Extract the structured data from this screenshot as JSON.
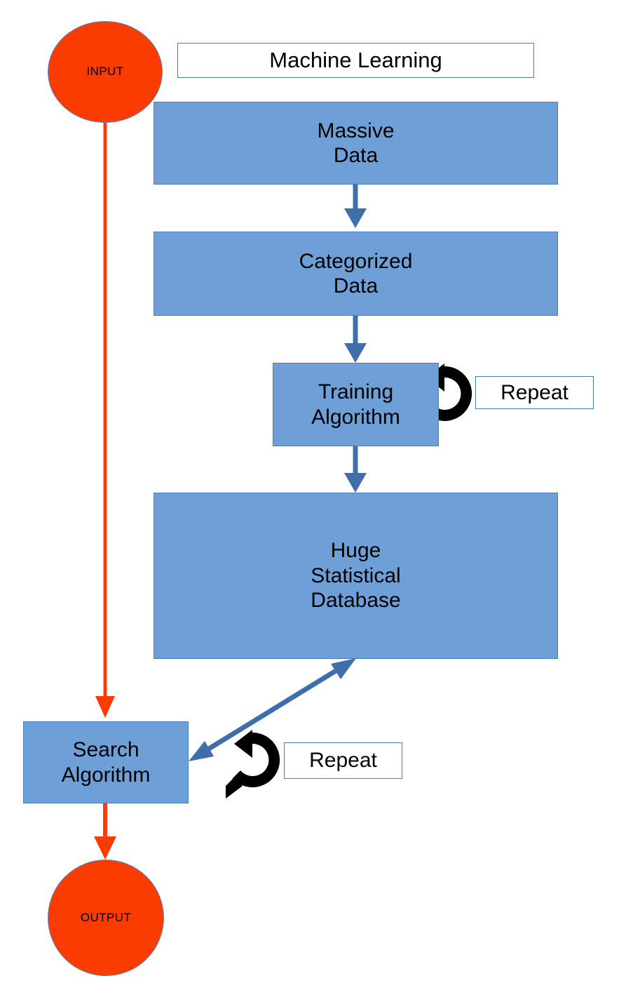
{
  "diagram": {
    "title": "Machine Learning",
    "background_color": "#ffffff",
    "palette": {
      "process_fill": "#6e9fd7",
      "process_stroke": "#4a7ebb",
      "terminator_fill": "#fa3c00",
      "terminator_stroke": "#5b83b8",
      "arrow_blue": "#3f6fab",
      "arrow_orange": "#f93c06",
      "loop_icon": "#000000",
      "text": "#000000"
    },
    "nodes": {
      "input": {
        "label": "INPUT",
        "shape": "circle"
      },
      "output": {
        "label": "OUTPUT",
        "shape": "circle"
      },
      "massive_data": {
        "label": "Massive\nData",
        "shape": "rectangle"
      },
      "categorized_data": {
        "label": "Categorized\nData",
        "shape": "rectangle"
      },
      "training_algorithm": {
        "label": "Training\nAlgorithm",
        "shape": "rectangle"
      },
      "huge_statistical_database": {
        "label": "Huge\nStatistical\nDatabase",
        "shape": "rectangle"
      },
      "search_algorithm": {
        "label": "Search\nAlgorithm",
        "shape": "rectangle"
      },
      "repeat_training": {
        "label": "Repeat",
        "shape": "rectangle"
      },
      "repeat_search": {
        "label": "Repeat",
        "shape": "rectangle"
      }
    },
    "icons": {
      "loop_training": "repeat-loop-icon",
      "loop_search": "repeat-loop-icon"
    },
    "edges": [
      {
        "from": "input",
        "to": "search_algorithm",
        "color": "#f93c06",
        "style": "straight-vertical",
        "heads": 1
      },
      {
        "from": "massive_data",
        "to": "categorized_data",
        "color": "#3f6fab",
        "style": "straight-vertical",
        "heads": 1
      },
      {
        "from": "categorized_data",
        "to": "training_algorithm",
        "color": "#3f6fab",
        "style": "straight-vertical",
        "heads": 1
      },
      {
        "from": "training_algorithm",
        "to": "huge_statistical_database",
        "color": "#3f6fab",
        "style": "straight-vertical",
        "heads": 1
      },
      {
        "from": "huge_statistical_database",
        "to": "search_algorithm",
        "color": "#3f6fab",
        "style": "diagonal",
        "heads": 2
      },
      {
        "from": "search_algorithm",
        "to": "output",
        "color": "#f93c06",
        "style": "straight-vertical",
        "heads": 1
      }
    ]
  }
}
